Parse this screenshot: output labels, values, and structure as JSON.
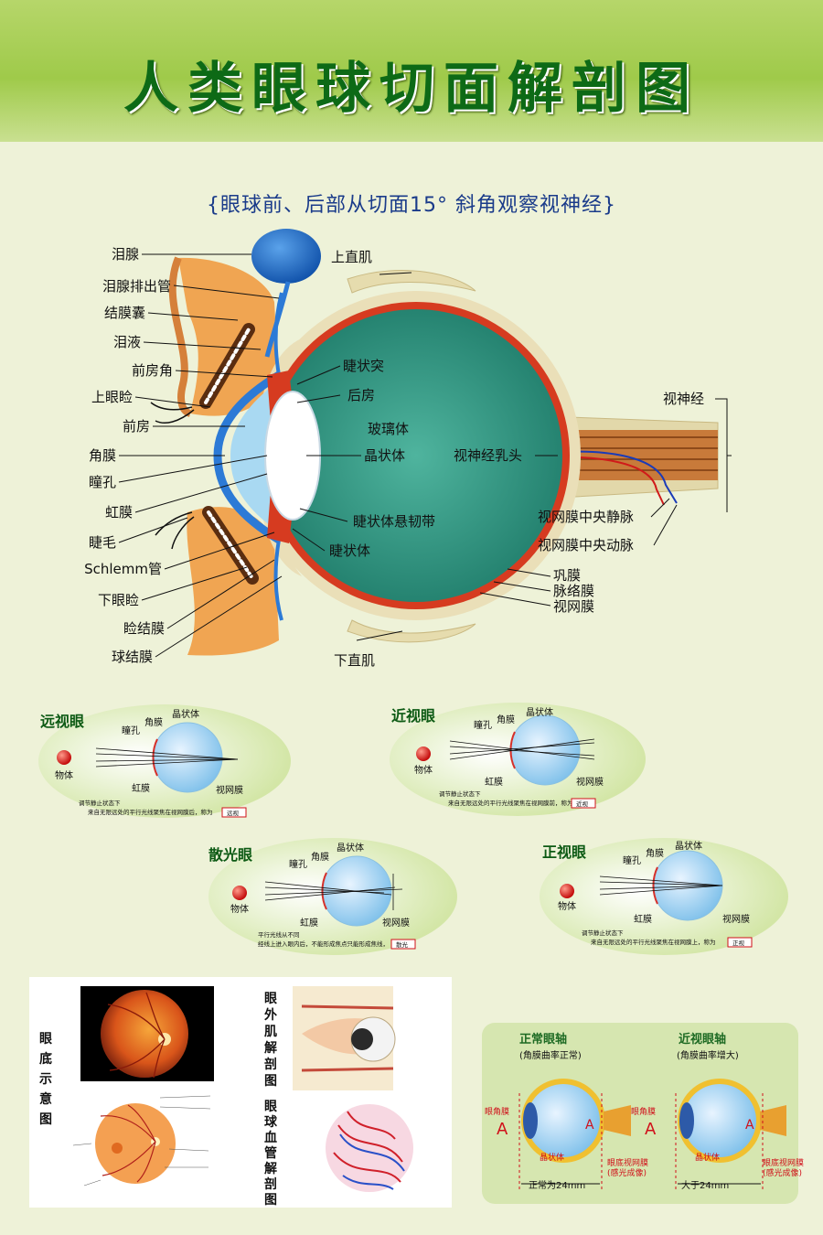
{
  "title": "人类眼球切面解剖图",
  "subtitle": "{眼球前、后部从切面15° 斜角观察视神经}",
  "main_labels": {
    "lacrimal_gland": "泪腺",
    "lacrimal_duct": "泪腺排出管",
    "conjunctival_sac": "结膜囊",
    "tears": "泪液",
    "anterior_angle": "前房角",
    "upper_eyelid": "上眼睑",
    "anterior_chamber": "前房",
    "cornea": "角膜",
    "pupil": "瞳孔",
    "iris": "虹膜",
    "eyelash": "睫毛",
    "schlemm": "Schlemm管",
    "lower_eyelid": "下眼睑",
    "palpebral_conj": "睑结膜",
    "bulbar_conj": "球结膜",
    "superior_rectus": "上直肌",
    "ciliary_process": "睫状突",
    "posterior_chamber": "后房",
    "vitreous": "玻璃体",
    "lens": "晶状体",
    "optic_disc": "视神经乳头",
    "optic_nerve": "视神经",
    "zonule": "睫状体悬韧带",
    "ciliary_body": "睫状体",
    "central_vein": "视网膜中央静脉",
    "central_artery": "视网膜中央动脉",
    "sclera": "巩膜",
    "choroid": "脉络膜",
    "retina": "视网膜",
    "inferior_rectus": "下直肌"
  },
  "refraction_panels": [
    {
      "title": "远视眼",
      "pupil": "瞳孔",
      "cornea": "角膜",
      "lens": "晶状体",
      "iris": "虹膜",
      "retina": "视网膜",
      "object": "物体",
      "note1": "调节静止状态下",
      "note2": "来自无限远处的平行光线聚焦在视网膜后，称为",
      "tag": "远视"
    },
    {
      "title": "近视眼",
      "pupil": "瞳孔",
      "cornea": "角膜",
      "lens": "晶状体",
      "iris": "虹膜",
      "retina": "视网膜",
      "object": "物体",
      "note1": "调节静止状态下",
      "note2": "来自无限远处的平行光线聚焦在视网膜前，称为",
      "tag": "近视"
    },
    {
      "title": "散光眼",
      "pupil": "瞳孔",
      "cornea": "角膜",
      "lens": "晶状体",
      "iris": "虹膜",
      "retina": "视网膜",
      "object": "物体",
      "note1": "平行光线从不同",
      "note2": "经线上进入眼内后，不能形成焦点只能形成焦线，",
      "tag": "散光"
    },
    {
      "title": "正视眼",
      "pupil": "瞳孔",
      "cornea": "角膜",
      "lens": "晶状体",
      "iris": "虹膜",
      "retina": "视网膜",
      "object": "物体",
      "note1": "调节静止状态下",
      "note2": "来自无限远处的平行光线聚焦在视网膜上，称为",
      "tag": "正视"
    }
  ],
  "bottom_left": {
    "fundus_title": "眼底示意图",
    "eom_title": "眼外肌解剖图",
    "vessel_title": "眼球血管解剖图"
  },
  "axis_panel": {
    "normal_title": "正常眼轴",
    "normal_sub": "(角膜曲率正常)",
    "myopia_title": "近视眼轴",
    "myopia_sub": "(角膜曲率增大)",
    "cornea_label": "眼角膜",
    "lens_label": "晶状体",
    "image_label": "眼底视网膜",
    "image_label2": "(感光成像)",
    "a_left": "A",
    "a_right": "A",
    "normal_length": "正常为24mm",
    "myopia_length": "大于24mm"
  },
  "colors": {
    "banner": "#9fca4a",
    "background": "#eef2d8",
    "title": "#0d6a16",
    "subtitle": "#1a3b8a",
    "vitreous": "#2f9a86",
    "sclera": "#d63b20",
    "cornea": "#2c7ad6"
  }
}
